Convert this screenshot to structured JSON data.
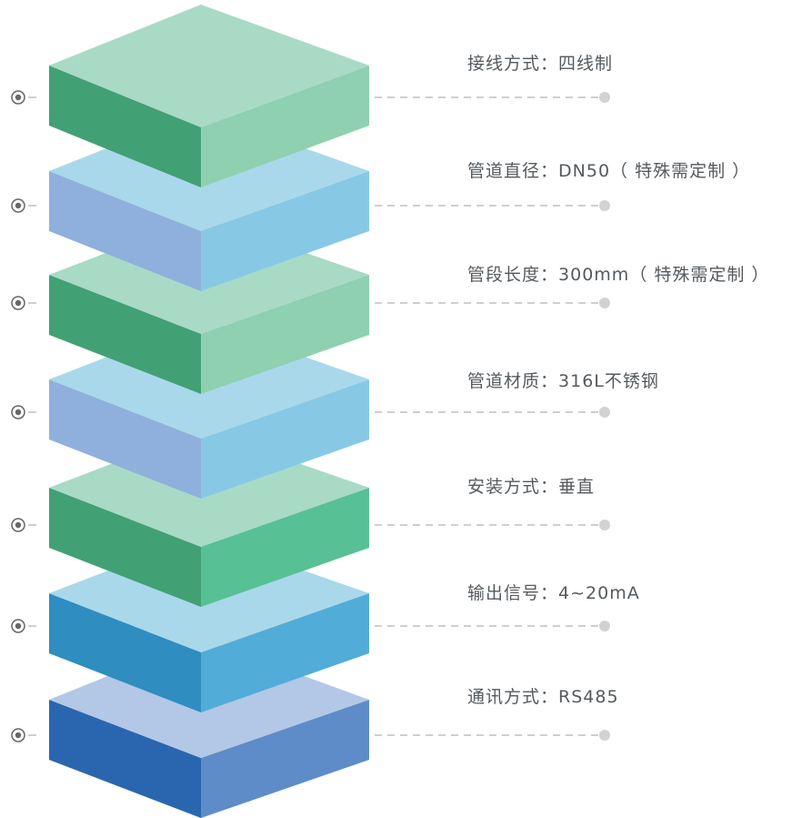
{
  "colors": {
    "green": {
      "top": "#a8dac6",
      "left": "#42a075",
      "right": "#8fd0b1"
    },
    "green_bright": {
      "top": "#a8dac6",
      "left": "#42a075",
      "right": "#58c095"
    },
    "light_blue": {
      "top": "#a9d8ea",
      "left": "#8fb0dc",
      "right": "#87c9e5"
    },
    "mid_blue": {
      "top": "#a9d8ea",
      "left": "#2f8dc0",
      "right": "#52acd8"
    },
    "deep_blue": {
      "top": "#b2c8e6",
      "left": "#2a66b0",
      "right": "#5e8cc8"
    },
    "connector": "#cfcfcf",
    "marker": "#666666",
    "text": "#555a5e"
  },
  "specs": [
    {
      "key": "接线方式",
      "sep": "：",
      "value": "四线制",
      "layer_color": "green",
      "icon": "target-icon"
    },
    {
      "key": "管道直径",
      "sep": "：",
      "value": "DN50（ 特殊需定制 ）",
      "layer_color": "light_blue",
      "icon": "target-icon"
    },
    {
      "key": "管段长度",
      "sep": "：",
      "value": "300mm（ 特殊需定制 ）",
      "layer_color": "green",
      "icon": "target-icon"
    },
    {
      "key": "管道材质",
      "sep": "：",
      "value": "316L不锈钢",
      "layer_color": "light_blue",
      "icon": "target-icon"
    },
    {
      "key": "安装方式",
      "sep": "：",
      "value": "垂直",
      "layer_color": "green_bright",
      "icon": "target-icon"
    },
    {
      "key": "输出信号",
      "sep": "：",
      "value": "4~20mA",
      "layer_color": "mid_blue",
      "icon": "target-icon"
    },
    {
      "key": "通讯方式",
      "sep": "：",
      "value": "RS485",
      "layer_color": "deep_blue",
      "icon": "target-icon"
    }
  ]
}
